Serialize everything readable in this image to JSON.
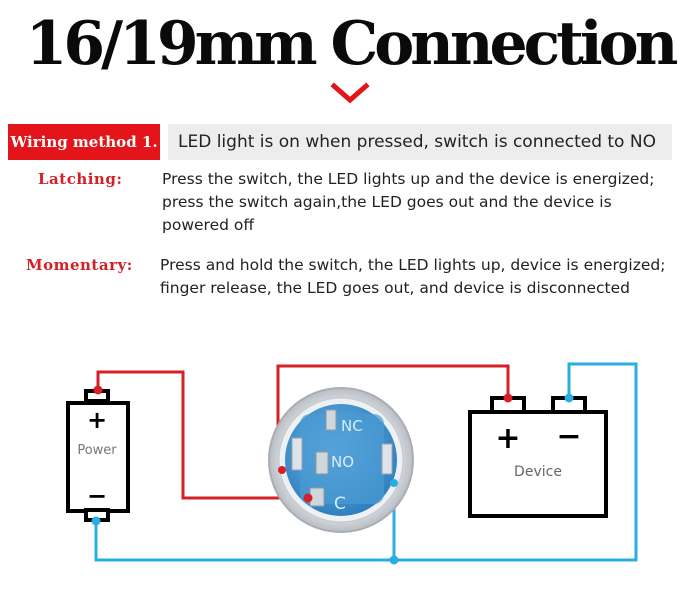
{
  "title": "16/19mm Connection",
  "method": {
    "badge": "Wiring method 1.",
    "description": "LED light is on when pressed, switch is connected to NO"
  },
  "modes": [
    {
      "label": "Latching:",
      "lines": [
        "Press the switch, the LED lights up and the device is energized;",
        "press the switch again,the LED goes out and the device is",
        "powered off"
      ]
    },
    {
      "label": "Momentary:",
      "lines": [
        "Press and hold the switch, the LED lights up, device is energized;",
        "finger release, the LED goes out, and device is disconnected"
      ]
    }
  ],
  "diagram": {
    "power_label": "Power",
    "power_plus": "+",
    "power_minus": "−",
    "device_label": "Device",
    "device_plus": "+",
    "device_minus": "−",
    "terminal_nc": "NC",
    "terminal_no": "NO",
    "terminal_c": "C"
  },
  "colors": {
    "accent_red": "#e3151a",
    "label_red": "#d42126",
    "wire_red": "#d61f26",
    "wire_blue": "#29aee0",
    "switch_blue": "#3d93cd",
    "badge_bg": "#e3151a",
    "desc_bg": "#ededed"
  }
}
